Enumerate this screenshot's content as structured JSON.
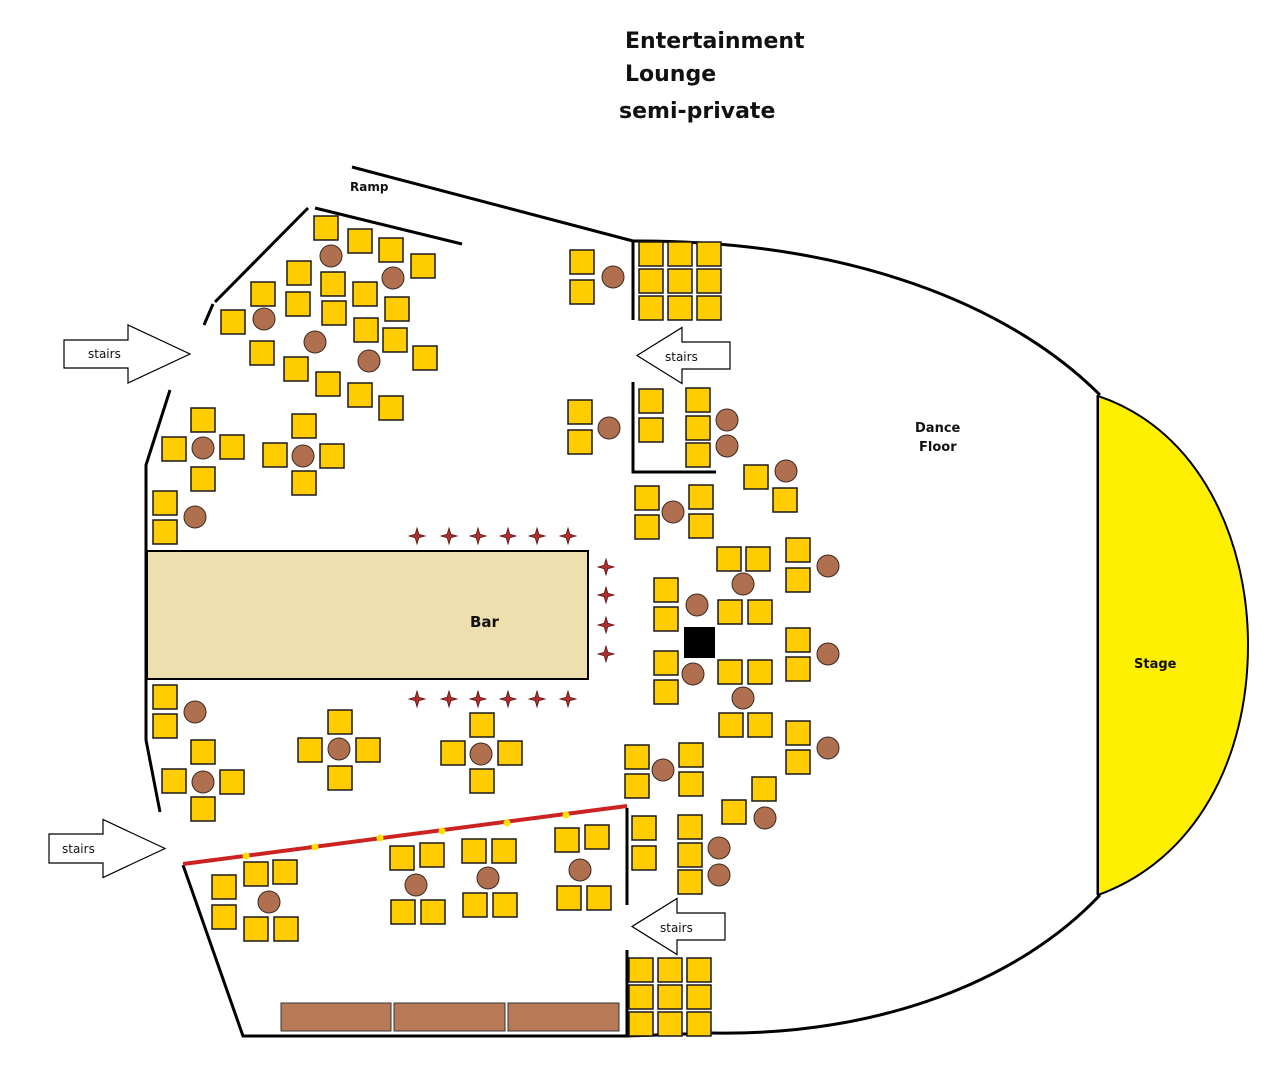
{
  "title": {
    "line1": "Entertainment",
    "line2": "Lounge",
    "line3": "semi-private"
  },
  "labels": {
    "ramp": "Ramp",
    "bar": "Bar",
    "stage": "Stage",
    "dance_floor_1": "Dance",
    "dance_floor_2": "Floor",
    "stairs": "stairs"
  },
  "colors": {
    "chair": "#FFCC00",
    "table": "#B07050",
    "bar_counter": "#EEDFAE",
    "stage": "#FFEF00",
    "rope": "#CC2222",
    "rope_post": "#FFE000",
    "stool": "#B03030",
    "booth": "#B87A56"
  },
  "icons": {
    "stairs": "arrow-icon",
    "stool": "star-icon"
  }
}
